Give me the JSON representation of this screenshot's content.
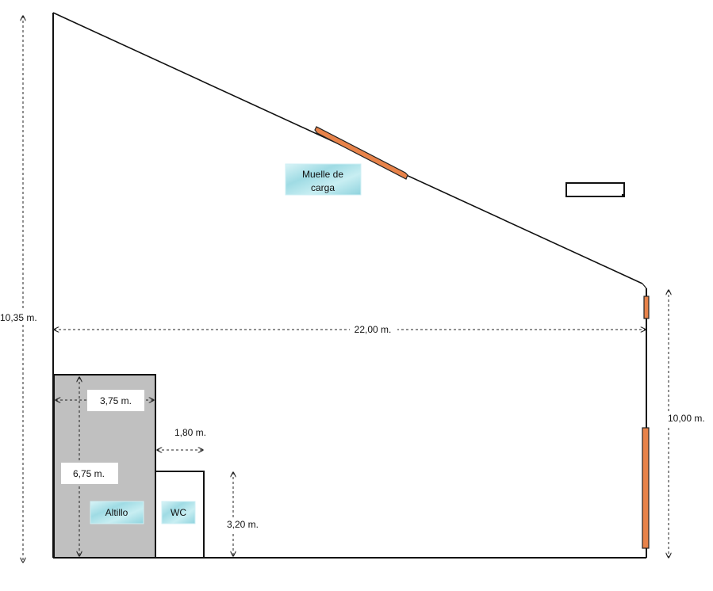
{
  "plan": {
    "labels": {
      "loading_dock": [
        "Muelle de",
        "carga"
      ],
      "mezzanine": "Altillo",
      "wc": "WC"
    },
    "dimensions": {
      "left_height": "10,35 m.",
      "width": "22,00 m.",
      "right_height": "10,00 m.",
      "mezzanine_width": "3,75 m.",
      "mezzanine_depth": "6,75 m.",
      "wc_width": "1,80 m.",
      "wc_height": "3,20 m."
    },
    "colors": {
      "door": "#e8834a",
      "mezzanine_fill": "#c0c0c0",
      "label_tag": "#a9e2ea"
    }
  }
}
